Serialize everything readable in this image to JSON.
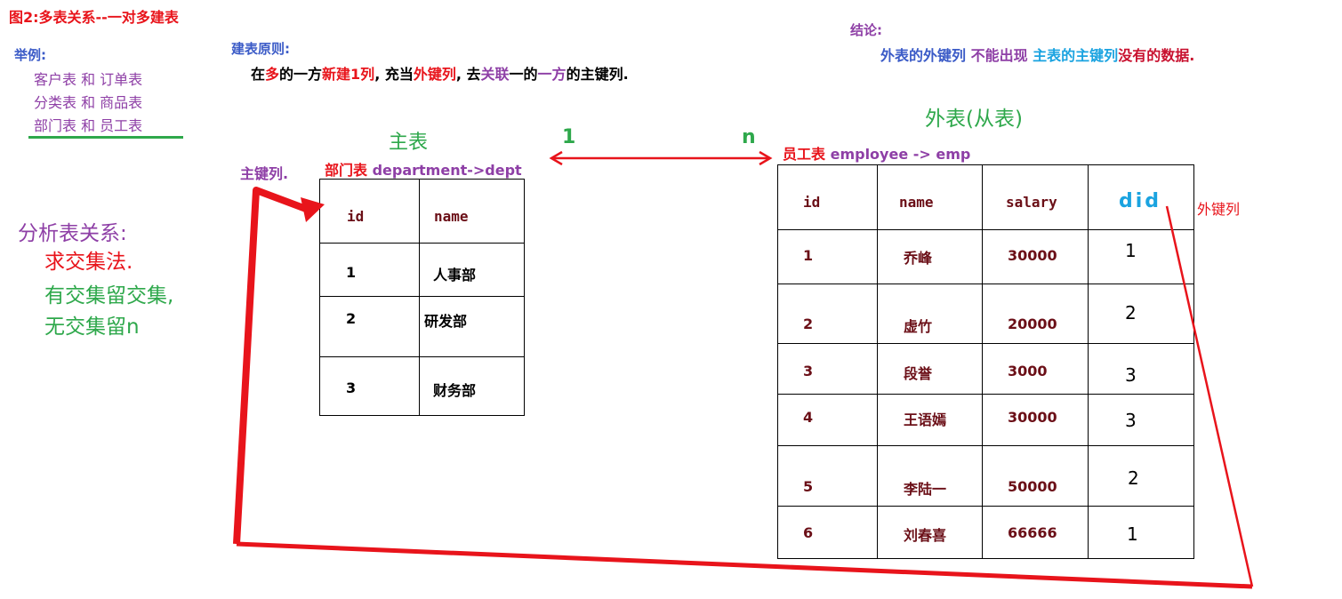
{
  "title": "图2:多表关系--一对多建表",
  "examples": {
    "heading": "举例:",
    "items": [
      "客户表 和 订单表",
      "分类表 和 商品表",
      "部门表 和 员工表"
    ]
  },
  "rule": {
    "heading": "建表原则:",
    "segments": [
      "在",
      "多",
      "的一方",
      "新建1列",
      ", 充当",
      "外键列",
      ", 去",
      "关联",
      "一的",
      "一方",
      "的主键列."
    ]
  },
  "conclusion": {
    "heading": "结论:",
    "segments": [
      "外表的外键列",
      " 不能出现 ",
      "主表的主键列",
      "没有的数据."
    ]
  },
  "analysis": {
    "heading": "分析表关系:",
    "line1": "求交集法.",
    "line2": "有交集留交集,",
    "line3": "无交集留n"
  },
  "labels": {
    "main_table": "主表",
    "one": "1",
    "many": "n",
    "primary_key": "主键列.",
    "dept_cn": "部门表",
    "dept_en": " department->dept",
    "foreign_table": "外表(从表)",
    "emp_cn": "员工表",
    "emp_en": " employee -> emp",
    "foreign_key": "外键列"
  },
  "dept_table": {
    "headers": [
      "id",
      "name"
    ],
    "rows": [
      [
        "1",
        "人事部"
      ],
      [
        "2",
        "研发部"
      ],
      [
        "3",
        "财务部"
      ]
    ]
  },
  "emp_table": {
    "headers": [
      "id",
      "name",
      "salary",
      "did"
    ],
    "rows": [
      [
        "1",
        "乔峰",
        "30000",
        "1"
      ],
      [
        "2",
        "虚竹",
        "20000",
        "2"
      ],
      [
        "3",
        "段誉",
        "3000",
        "3"
      ],
      [
        "4",
        "王语嫣",
        "30000",
        "3"
      ],
      [
        "5",
        "李陆一",
        "50000",
        "2"
      ],
      [
        "6",
        "刘春喜",
        "66666",
        "1"
      ]
    ]
  },
  "colors": {
    "red": "#e8141b",
    "green": "#2ea84b",
    "purple": "#8e3fa6",
    "blue": "#3b5bc7",
    "cyan": "#1aa3e0"
  }
}
